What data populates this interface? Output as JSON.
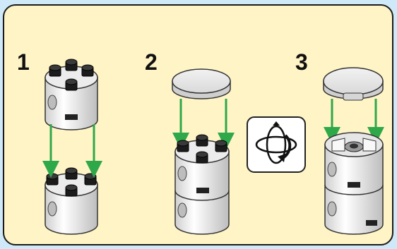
{
  "steps": [
    {
      "number": "1"
    },
    {
      "number": "2"
    },
    {
      "number": "3"
    }
  ],
  "icons": {
    "rotate": "rotate-model-icon",
    "arrow": "green-down-arrow-icon"
  },
  "colors": {
    "background": "#cfe9f8",
    "panel": "#fff4c6",
    "arrow": "#2fa84a",
    "brick": "#f4f4f4",
    "stud": "#1c1c1c"
  }
}
